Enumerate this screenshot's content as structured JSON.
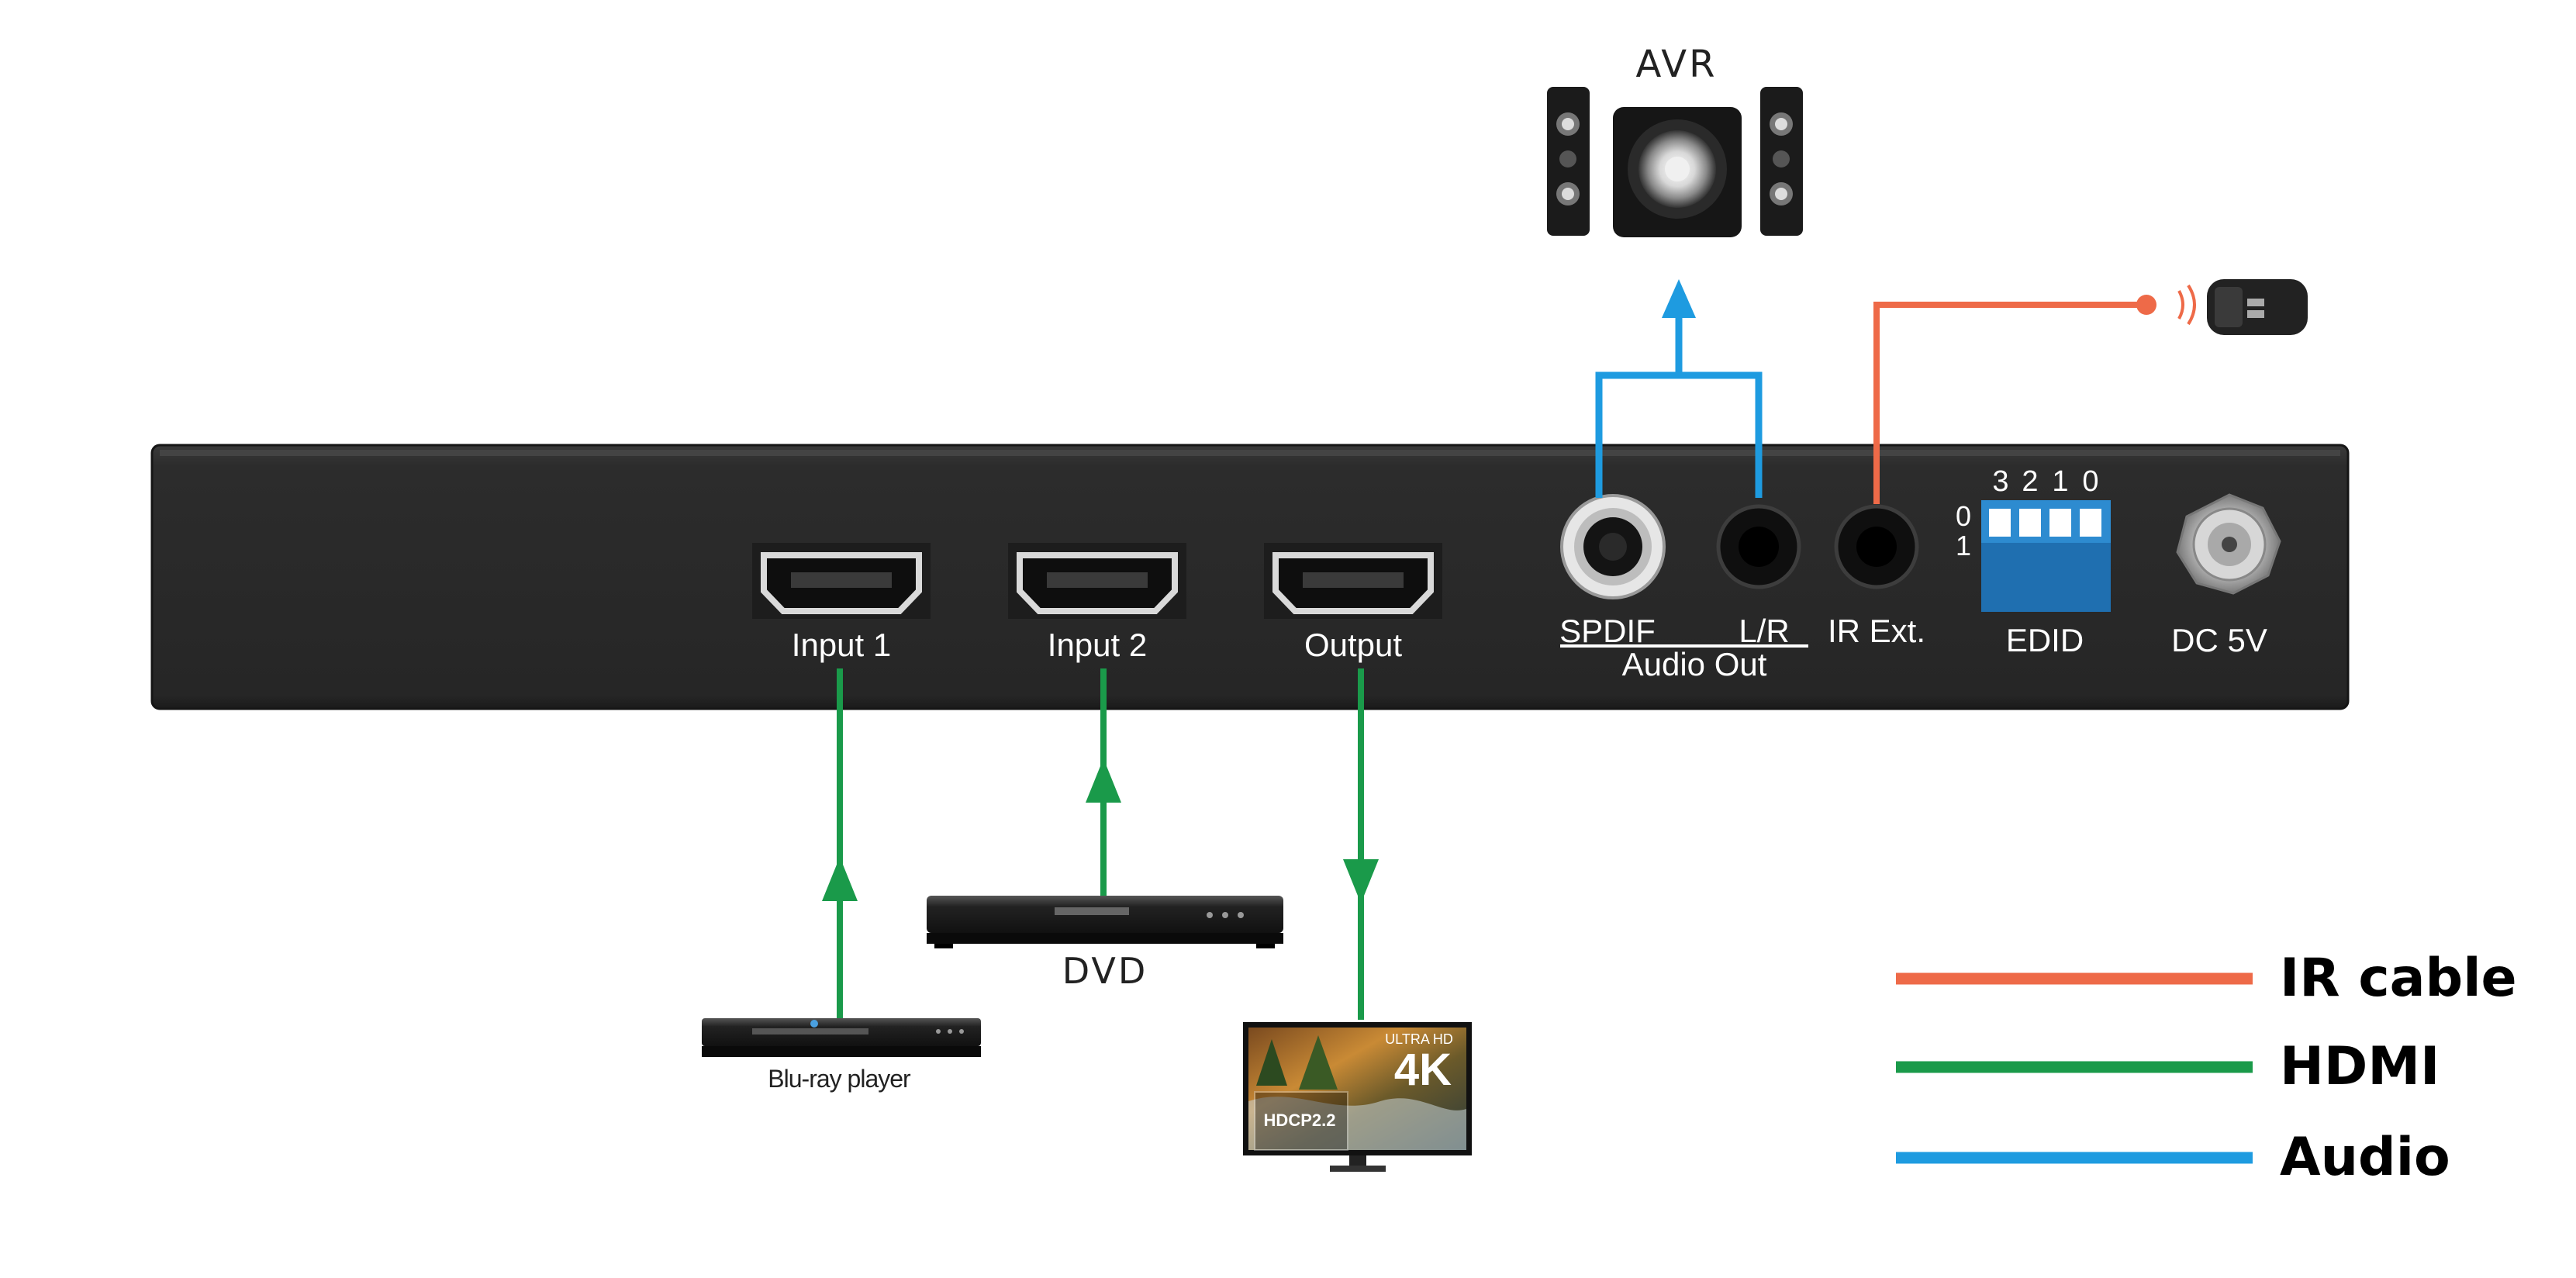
{
  "panel": {
    "ports": {
      "input1": "Input 1",
      "input2": "Input 2",
      "output": "Output",
      "spdif": "SPDIF",
      "lr": "L/R",
      "audio_out": "Audio Out",
      "ir_ext": "IR Ext.",
      "edid": "EDID",
      "dc": "DC 5V"
    },
    "dip": {
      "top_labels": [
        "3",
        "2",
        "1",
        "0"
      ],
      "side_labels": [
        "0",
        "1"
      ]
    }
  },
  "devices": {
    "avr": "AVR",
    "dvd": "DVD",
    "bluray": "Blu-ray player",
    "tv_badge_top": "ULTRA HD",
    "tv_badge_4k": "4K",
    "tv_badge_hdcp": "HDCP2.2"
  },
  "legend": [
    {
      "label": "IR cable",
      "color": "#ee6a48"
    },
    {
      "label": "HDMI",
      "color": "#1a9a4a"
    },
    {
      "label": "Audio",
      "color": "#1e9be0"
    }
  ],
  "colors": {
    "ir": "#ee6a48",
    "hdmi": "#1a9a4a",
    "audio": "#1e9be0",
    "panel": "#2b2b2b"
  }
}
